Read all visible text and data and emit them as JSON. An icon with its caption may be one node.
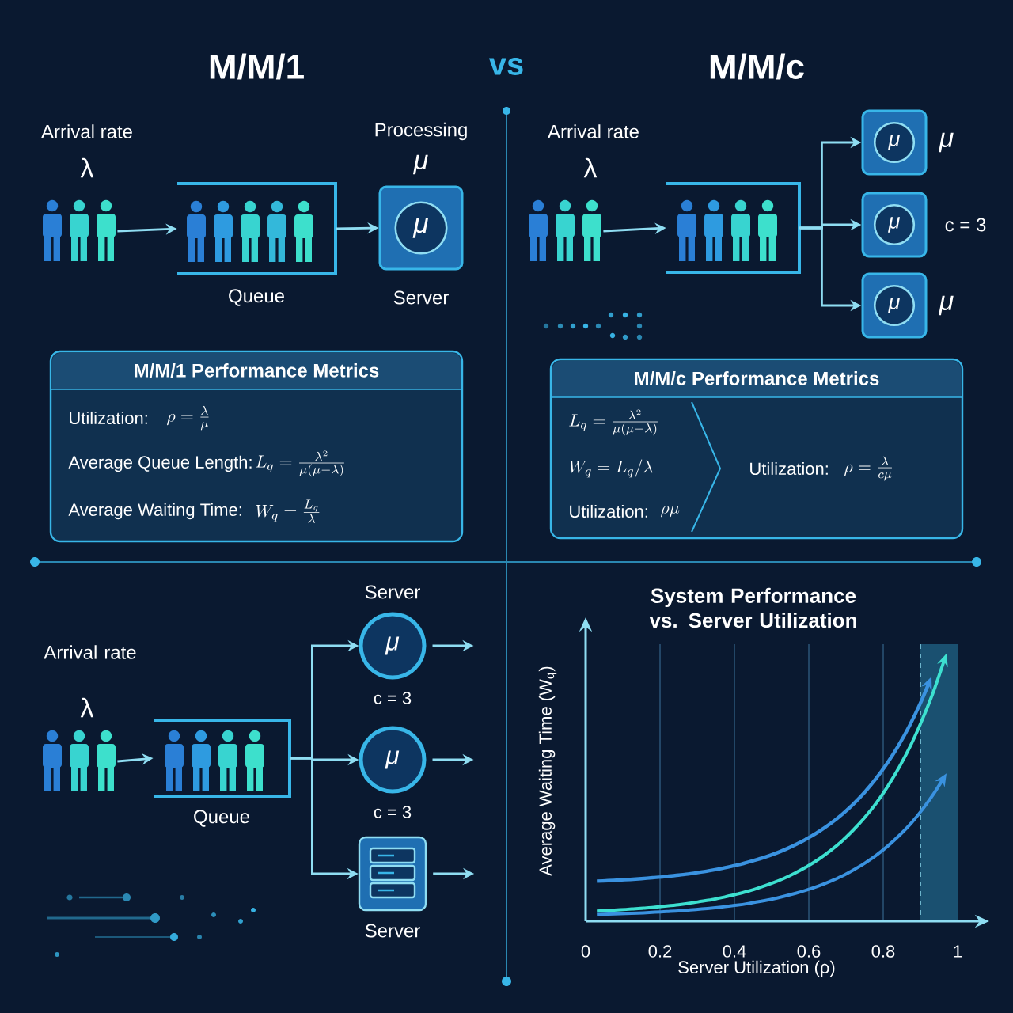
{
  "diagram": {
    "nodes": [
      {
        "text": [],
        "shape": "person",
        "beside": [
          "Arrival rate",
          "λ"
        ]
      },
      {
        "text": [],
        "shape": "box",
        "beside": [
          "Queue"
        ]
      },
      {
        "text": [
          "μ"
        ],
        "beside": [
          "Processing",
          "μ",
          "Server"
        ]
      },
      {
        "text": [],
        "shape": "person",
        "beside": [
          "Arrival rate",
          "λ"
        ]
      },
      {
        "text": [],
        "shape": "box"
      },
      {
        "text": [
          "μ"
        ],
        "beside": [
          "μ"
        ]
      },
      {
        "text": [
          "μ"
        ],
        "beside": [
          "c = 3"
        ]
      },
      {
        "text": [
          "μ"
        ],
        "beside": [
          "μ"
        ]
      },
      {
        "text": [
          "M/M/1 Performance Metrics",
          "Utilization:",
          "\\rho = \\frac{\\lambda}{\\mu}",
          "Average Queue Length:",
          "L_q = \\frac{\\lambda^2}{\\mu(\\mu - \\lambda)}",
          "Average Waiting Time:",
          "W_q = \\frac{L_q}{\\lambda}"
        ]
      },
      {
        "text": [
          "M/M/c Performance Metrics",
          "L_q = \\frac{\\lambda^2}{\\mu(\\mu - \\lambda)}",
          "W_q = L_q/\\lambda",
          "Utilization:",
          "\\rho\\mu",
          "Utilization:",
          "\\rho = \\frac{\\lambda}{c\\mu}"
        ]
      },
      {
        "text": [],
        "shape": "person",
        "beside": [
          "Arrival rate",
          "λ"
        ]
      },
      {
        "text": [],
        "shape": "box",
        "beside": [
          "Queue"
        ]
      },
      {
        "text": [
          "μ"
        ],
        "beside": [
          "Server",
          "c = 3"
        ]
      },
      {
        "text": [
          "μ"
        ],
        "beside": [
          "c = 3"
        ]
      },
      {
        "text": [],
        "shape": "picture",
        "beside": [
          "Server"
        ]
      }
    ],
    "edges": [
      {
        "from": 0,
        "to": 1,
        "arrow": "to"
      },
      {
        "from": 1,
        "to": 2,
        "arrow": "to"
      },
      {
        "from": 3,
        "to": 4,
        "arrow": "to"
      },
      {
        "from": 4,
        "to": 5,
        "arrow": "to"
      },
      {
        "from": 4,
        "to": 6,
        "arrow": "to"
      },
      {
        "from": 4,
        "to": 7,
        "arrow": "to"
      },
      {
        "from": 10,
        "to": 11,
        "arrow": "to"
      },
      {
        "from": 11,
        "to": 12,
        "arrow": "to"
      },
      {
        "from": 11,
        "to": 13,
        "arrow": "to"
      },
      {
        "from": 11,
        "to": 14,
        "arrow": "to"
      },
      {
        "from": 12,
        "to": null,
        "arrow": "to"
      },
      {
        "from": 13,
        "to": null,
        "arrow": "to"
      },
      {
        "from": 14,
        "to": null,
        "arrow": "to"
      }
    ],
    "labels": [
      "M/M/1",
      "vs",
      "M/M/c",
      "System Performance vs. Server Utilization",
      "0",
      "0.2",
      "0.4",
      "0.6",
      "0.8",
      "1",
      "Server Utilization (ρ)",
      "Average Waiting Time (W$_{q}$)"
    ]
  }
}
